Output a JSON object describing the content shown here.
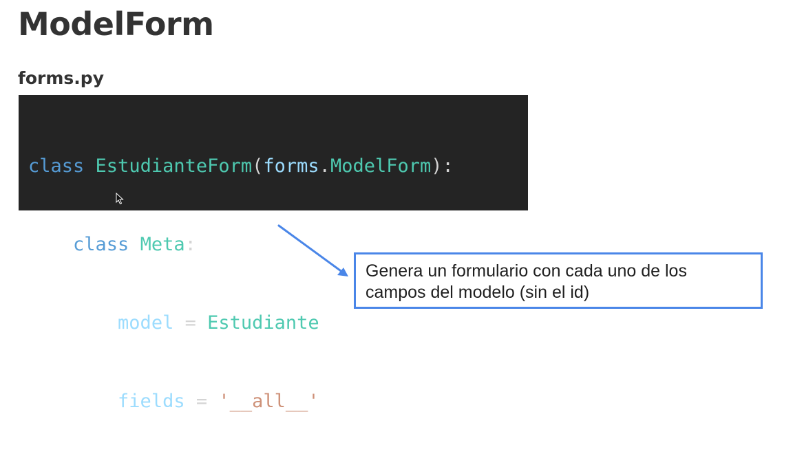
{
  "slide": {
    "title": "ModelForm",
    "file_label": "forms.py"
  },
  "code": {
    "line1": {
      "kw_class": "class",
      "class_name": "EstudianteForm",
      "open_paren": "(",
      "module": "forms",
      "dot": ".",
      "base": "ModelForm",
      "close": "):"
    },
    "line2": {
      "indent": "    ",
      "kw_class": "class",
      "class_name": "Meta",
      "colon": ":"
    },
    "line3": {
      "indent": "        ",
      "var": "model",
      "op": " = ",
      "value": "Estudiante"
    },
    "line4": {
      "indent": "        ",
      "var": "fields",
      "op": " = ",
      "value": "'__all__'"
    }
  },
  "note": {
    "text": "Genera un formulario con cada uno de los campos del modelo (sin el id)"
  },
  "colors": {
    "code_background": "#242424",
    "keyword": "#569cd6",
    "class_name": "#4ec9b0",
    "variable": "#9cdcfe",
    "string": "#ce9178",
    "arrow_and_border": "#4a86e8"
  }
}
